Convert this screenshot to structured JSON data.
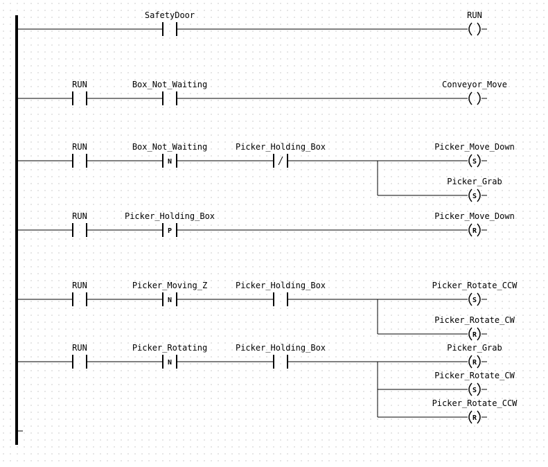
{
  "rungs": [
    {
      "contacts": [
        {
          "label": "SafetyDoor",
          "type": "NO"
        }
      ],
      "coils": [
        {
          "label": "RUN",
          "type": "normal"
        }
      ]
    },
    {
      "contacts": [
        {
          "label": "RUN",
          "type": "NO"
        },
        {
          "label": "Box_Not_Waiting",
          "type": "NO"
        }
      ],
      "coils": [
        {
          "label": "Conveyor_Move",
          "type": "normal"
        }
      ]
    },
    {
      "contacts": [
        {
          "label": "RUN",
          "type": "NO"
        },
        {
          "label": "Box_Not_Waiting",
          "type": "N"
        },
        {
          "label": "Picker_Holding_Box",
          "type": "NC"
        }
      ],
      "coils": [
        {
          "label": "Picker_Move_Down",
          "type": "S"
        },
        {
          "label": "Picker_Grab",
          "type": "S"
        }
      ]
    },
    {
      "contacts": [
        {
          "label": "RUN",
          "type": "NO"
        },
        {
          "label": "Picker_Holding_Box",
          "type": "P"
        }
      ],
      "coils": [
        {
          "label": "Picker_Move_Down",
          "type": "R"
        }
      ]
    },
    {
      "contacts": [
        {
          "label": "RUN",
          "type": "NO"
        },
        {
          "label": "Picker_Moving_Z",
          "type": "N"
        },
        {
          "label": "Picker_Holding_Box",
          "type": "NO"
        }
      ],
      "coils": [
        {
          "label": "Picker_Rotate_CCW",
          "type": "S"
        },
        {
          "label": "Picker_Rotate_CW",
          "type": "R"
        }
      ]
    },
    {
      "contacts": [
        {
          "label": "RUN",
          "type": "NO"
        },
        {
          "label": "Picker_Rotating",
          "type": "N"
        },
        {
          "label": "Picker_Holding_Box",
          "type": "NO"
        }
      ],
      "coils": [
        {
          "label": "Picker_Grab",
          "type": "R"
        },
        {
          "label": "Picker_Rotate_CW",
          "type": "S"
        },
        {
          "label": "Picker_Rotate_CCW",
          "type": "R"
        }
      ]
    }
  ],
  "symbols": {
    "NC": "/",
    "N": "N",
    "P": "P",
    "S": "S",
    "R": "R"
  }
}
